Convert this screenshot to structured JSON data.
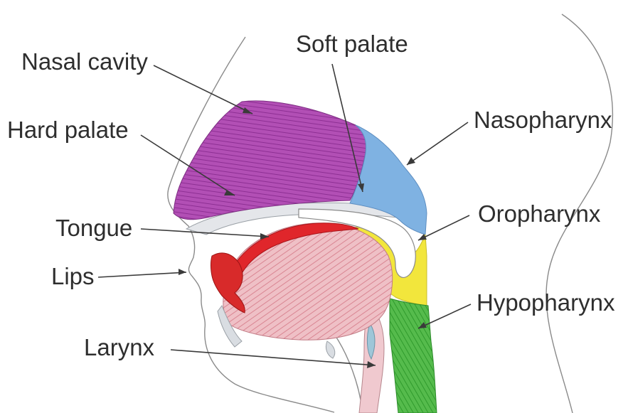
{
  "labels": {
    "nasal_cavity": "Nasal cavity",
    "soft_palate": "Soft palate",
    "nasopharynx": "Nasopharynx",
    "hard_palate": "Hard palate",
    "tongue": "Tongue",
    "oropharynx": "Oropharynx",
    "lips": "Lips",
    "hypopharynx": "Hypopharynx",
    "larynx": "Larynx"
  },
  "colors": {
    "nasal_cavity": "#b24fb5",
    "nasopharynx": "#78aee0",
    "oropharynx": "#f0e43a",
    "hypopharynx": "#4fb84a",
    "tongue_dorsum": "#e0262b",
    "tongue_body": "#eaa0aa",
    "lips": "#d82a2a",
    "outline": "#8a8a8a"
  }
}
